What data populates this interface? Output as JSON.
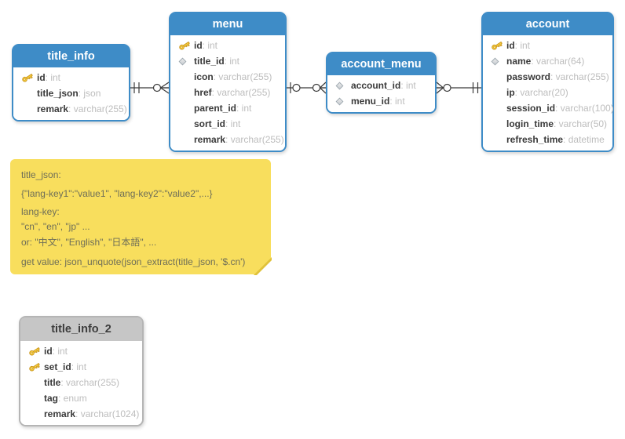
{
  "colors": {
    "table_header_blue": "#3e8cc7",
    "table_header_gray": "#c6c6c6",
    "note_yellow": "#f8de5d",
    "field_name_text": "#3a3a3a",
    "field_type_text": "#bdbdbd",
    "key_icon_gold": "#f7ce3e"
  },
  "tables": [
    {
      "name": "title_info",
      "variant": "blue",
      "fields": [
        {
          "icon": "key",
          "name": "id",
          "type": "int"
        },
        {
          "icon": "none",
          "name": "title_json",
          "type": "json"
        },
        {
          "icon": "none",
          "name": "remark",
          "type": "varchar(255)"
        }
      ]
    },
    {
      "name": "menu",
      "variant": "blue",
      "fields": [
        {
          "icon": "key",
          "name": "id",
          "type": "int"
        },
        {
          "icon": "diamond",
          "name": "title_id",
          "type": "int"
        },
        {
          "icon": "none",
          "name": "icon",
          "type": "varchar(255)"
        },
        {
          "icon": "none",
          "name": "href",
          "type": "varchar(255)"
        },
        {
          "icon": "none",
          "name": "parent_id",
          "type": "int"
        },
        {
          "icon": "none",
          "name": "sort_id",
          "type": "int"
        },
        {
          "icon": "none",
          "name": "remark",
          "type": "varchar(255)"
        }
      ]
    },
    {
      "name": "account_menu",
      "variant": "blue",
      "fields": [
        {
          "icon": "diamond",
          "name": "account_id",
          "type": "int"
        },
        {
          "icon": "diamond",
          "name": "menu_id",
          "type": "int"
        }
      ]
    },
    {
      "name": "account",
      "variant": "blue",
      "fields": [
        {
          "icon": "key",
          "name": "id",
          "type": "int"
        },
        {
          "icon": "diamond",
          "name": "name",
          "type": "varchar(64)"
        },
        {
          "icon": "none",
          "name": "password",
          "type": "varchar(255)"
        },
        {
          "icon": "none",
          "name": "ip",
          "type": "varchar(20)"
        },
        {
          "icon": "none",
          "name": "session_id",
          "type": "varchar(100)"
        },
        {
          "icon": "none",
          "name": "login_time",
          "type": "varchar(50)"
        },
        {
          "icon": "none",
          "name": "refresh_time",
          "type": "datetime"
        }
      ]
    },
    {
      "name": "title_info_2",
      "variant": "gray",
      "fields": [
        {
          "icon": "key",
          "name": "id",
          "type": "int"
        },
        {
          "icon": "key",
          "name": "set_id",
          "type": "int"
        },
        {
          "icon": "none",
          "name": "title",
          "type": "varchar(255)"
        },
        {
          "icon": "none",
          "name": "tag",
          "type": "enum"
        },
        {
          "icon": "none",
          "name": "remark",
          "type": "varchar(1024)"
        }
      ]
    }
  ],
  "note": {
    "lines": [
      "title_json:",
      "{\"lang-key1\":\"value1\", \"lang-key2\":\"value2\",...}",
      "lang-key:",
      "\"cn\", \"en\", \"jp\" ...",
      "or: \"中文\", \"English\", \"日本語\", ...",
      "get value: json_unquote(json_extract(title_json, '$.cn')"
    ]
  },
  "connectors": [
    {
      "from": "title_info",
      "to": "menu",
      "from_cardinality": "exactly-one",
      "to_cardinality": "zero-or-many"
    },
    {
      "from": "menu",
      "to": "account_menu",
      "from_cardinality": "zero-or-one",
      "to_cardinality": "zero-or-many"
    },
    {
      "from": "account_menu",
      "to": "account",
      "from_cardinality": "zero-or-many",
      "to_cardinality": "exactly-one"
    }
  ]
}
